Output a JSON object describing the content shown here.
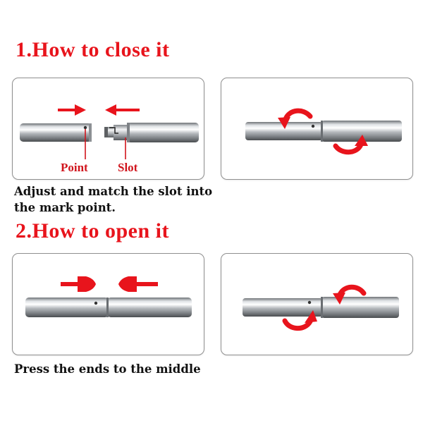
{
  "section1": {
    "heading": "1.How to close it",
    "point_label": "Point",
    "slot_label": "Slot",
    "caption_line1": "Adjust and match the slot into",
    "caption_line2": "the mark point."
  },
  "section2": {
    "heading": "2.How to open it",
    "caption": "Press the ends to the middle"
  },
  "colors": {
    "accent_red": "#e8141c",
    "panel_border": "#8f8f8f",
    "metal": "#b9bcc0"
  },
  "icons": [
    "arrow-right-icon",
    "arrow-left-icon",
    "rotate-arrow-icon",
    "push-arrow-icon"
  ]
}
